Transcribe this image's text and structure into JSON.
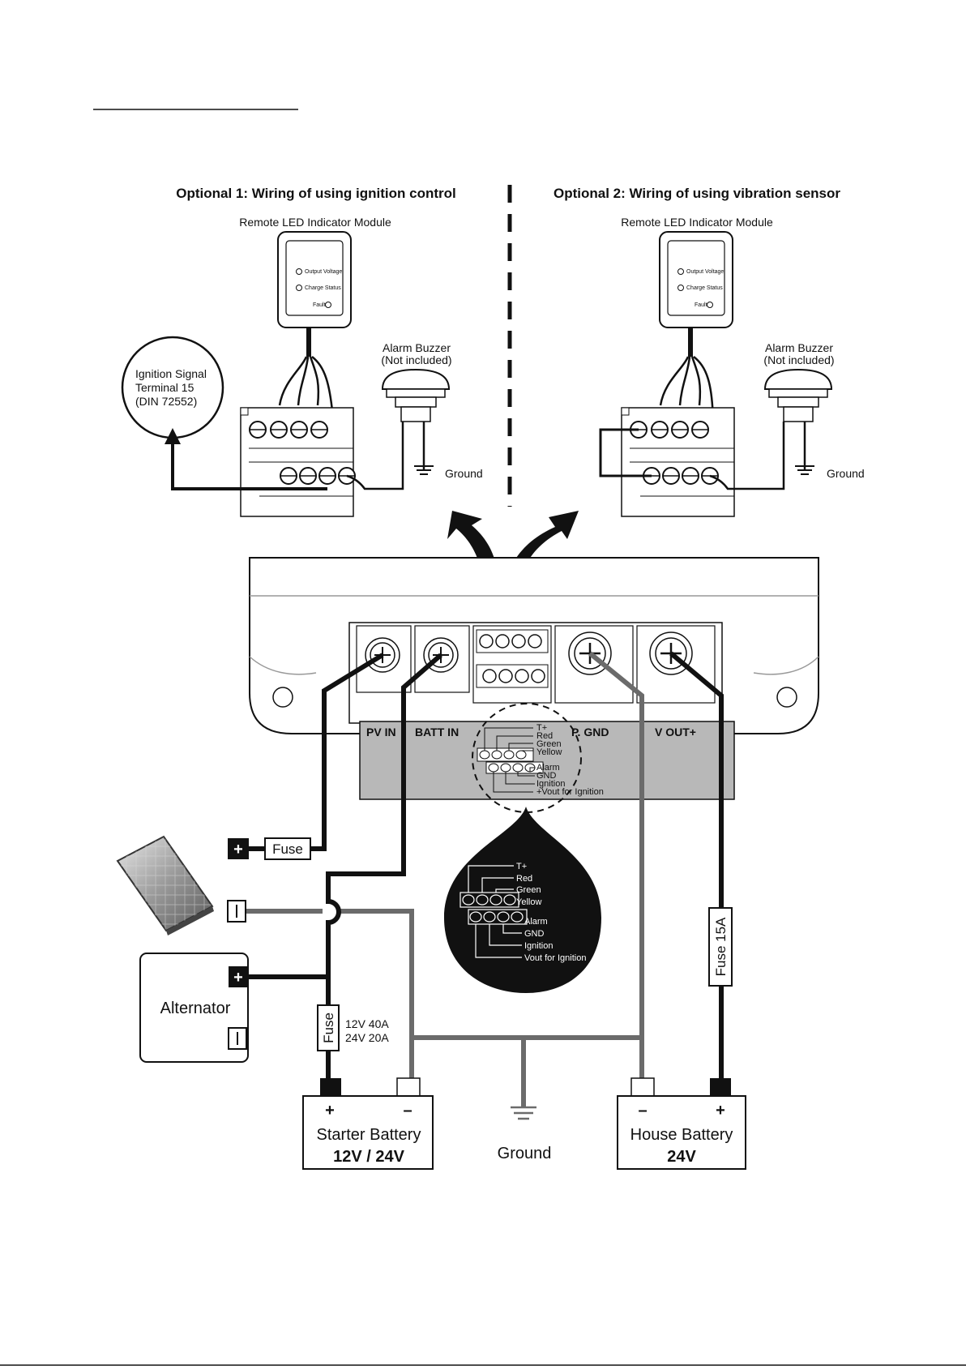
{
  "header": {
    "underline_text": ""
  },
  "option1": {
    "title": "Optional 1: Wiring of using ignition control",
    "module_label": "Remote LED Indicator Module",
    "led_output": "Output Voltage",
    "led_charge": "Charge Status",
    "led_fault": "Fault",
    "ignition_line1": "Ignition Signal",
    "ignition_line2": "Terminal 15",
    "ignition_line3": "(DIN 72552)",
    "buzzer_line1": "Alarm Buzzer",
    "buzzer_line2": "(Not included)",
    "ground": "Ground"
  },
  "option2": {
    "title": "Optional 2: Wiring of using vibration sensor",
    "module_label": "Remote LED Indicator Module",
    "led_output": "Output Voltage",
    "led_charge": "Charge Status",
    "led_fault": "Fault",
    "buzzer_line1": "Alarm Buzzer",
    "buzzer_line2": "(Not included)",
    "ground": "Ground"
  },
  "controller": {
    "pv_in": "PV  IN",
    "batt_in": "BATT  IN",
    "p_gnd": "P. GND",
    "v_out": "V  OUT+",
    "pins": {
      "t_plus": "T+",
      "red": "Red",
      "green": "Green",
      "yellow": "Yellow",
      "alarm": "Alarm",
      "gnd": "GND",
      "ignition": "Ignition",
      "vout_ign_small": "+Vout for Ignition",
      "vout_ign": "Vout for Ignition"
    }
  },
  "wiring": {
    "plus": "+",
    "minus": "–",
    "fuse": "Fuse",
    "fuse_15a": "Fuse 15A",
    "fuse_rating1": "12V 40A",
    "fuse_rating2": "24V 20A",
    "alternator": "Alternator",
    "starter_name": "Starter Battery",
    "starter_volt": "12V / 24V",
    "ground": "Ground",
    "house_name": "House Battery",
    "house_volt": "24V"
  },
  "colors": {
    "wire_black": "#111111",
    "wire_gray": "#6b6b6b",
    "panel_gray": "#b8b8b8"
  }
}
